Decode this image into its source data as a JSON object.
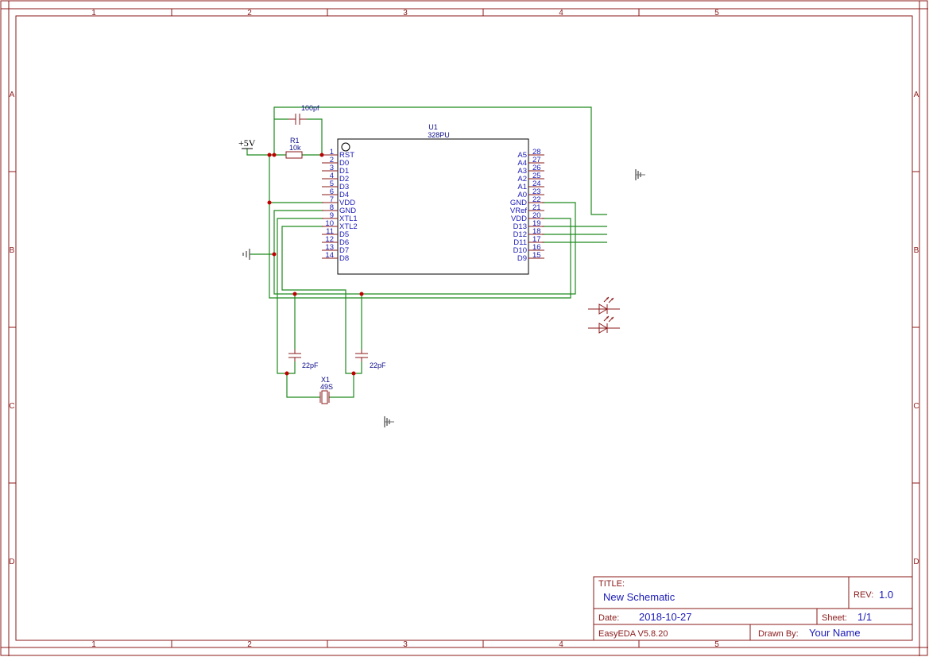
{
  "zones": {
    "columns": [
      "1",
      "2",
      "3",
      "4",
      "5"
    ],
    "rows": [
      "A",
      "B",
      "C",
      "D"
    ]
  },
  "title_block": {
    "title_label": "TITLE:",
    "title": "New Schematic",
    "rev_label": "REV:",
    "rev": "1.0",
    "date_label": "Date:",
    "date": "2018-10-27",
    "sheet_label": "Sheet:",
    "sheet": "1/1",
    "software": "EasyEDA V5.8.20",
    "drawn_by_label": "Drawn By:",
    "drawn_by": "Your Name"
  },
  "components": {
    "u1": {
      "designator": "U1",
      "value": "328PU"
    },
    "r1": {
      "designator": "R1",
      "value": "10k"
    },
    "c_reset": {
      "value": "100pf"
    },
    "c1": {
      "value": "22pF"
    },
    "c2": {
      "value": "22pF"
    },
    "x1": {
      "designator": "X1",
      "value": "49S"
    },
    "power": {
      "label": "+5V"
    }
  },
  "u1_left_pins": [
    {
      "num": "1",
      "name": "RST"
    },
    {
      "num": "2",
      "name": "D0"
    },
    {
      "num": "3",
      "name": "D1"
    },
    {
      "num": "4",
      "name": "D2"
    },
    {
      "num": "5",
      "name": "D3"
    },
    {
      "num": "6",
      "name": "D4"
    },
    {
      "num": "7",
      "name": "VDD"
    },
    {
      "num": "8",
      "name": "GND"
    },
    {
      "num": "9",
      "name": "XTL1"
    },
    {
      "num": "10",
      "name": "XTL2"
    },
    {
      "num": "11",
      "name": "D5"
    },
    {
      "num": "12",
      "name": "D6"
    },
    {
      "num": "13",
      "name": "D7"
    },
    {
      "num": "14",
      "name": "D8"
    }
  ],
  "u1_right_pins": [
    {
      "num": "28",
      "name": "A5"
    },
    {
      "num": "27",
      "name": "A4"
    },
    {
      "num": "26",
      "name": "A3"
    },
    {
      "num": "25",
      "name": "A2"
    },
    {
      "num": "24",
      "name": "A1"
    },
    {
      "num": "23",
      "name": "A0"
    },
    {
      "num": "22",
      "name": "GND"
    },
    {
      "num": "21",
      "name": "VRef"
    },
    {
      "num": "20",
      "name": "VDD"
    },
    {
      "num": "19",
      "name": "D13"
    },
    {
      "num": "18",
      "name": "D12"
    },
    {
      "num": "17",
      "name": "D11"
    },
    {
      "num": "16",
      "name": "D10"
    },
    {
      "num": "15",
      "name": "D9"
    }
  ],
  "colors": {
    "frame": "#8b1a1a",
    "wire": "#1e8a1e",
    "pin_text": "#1a1ab8",
    "junction": "#c00000",
    "ground": "#6a6a6a"
  }
}
